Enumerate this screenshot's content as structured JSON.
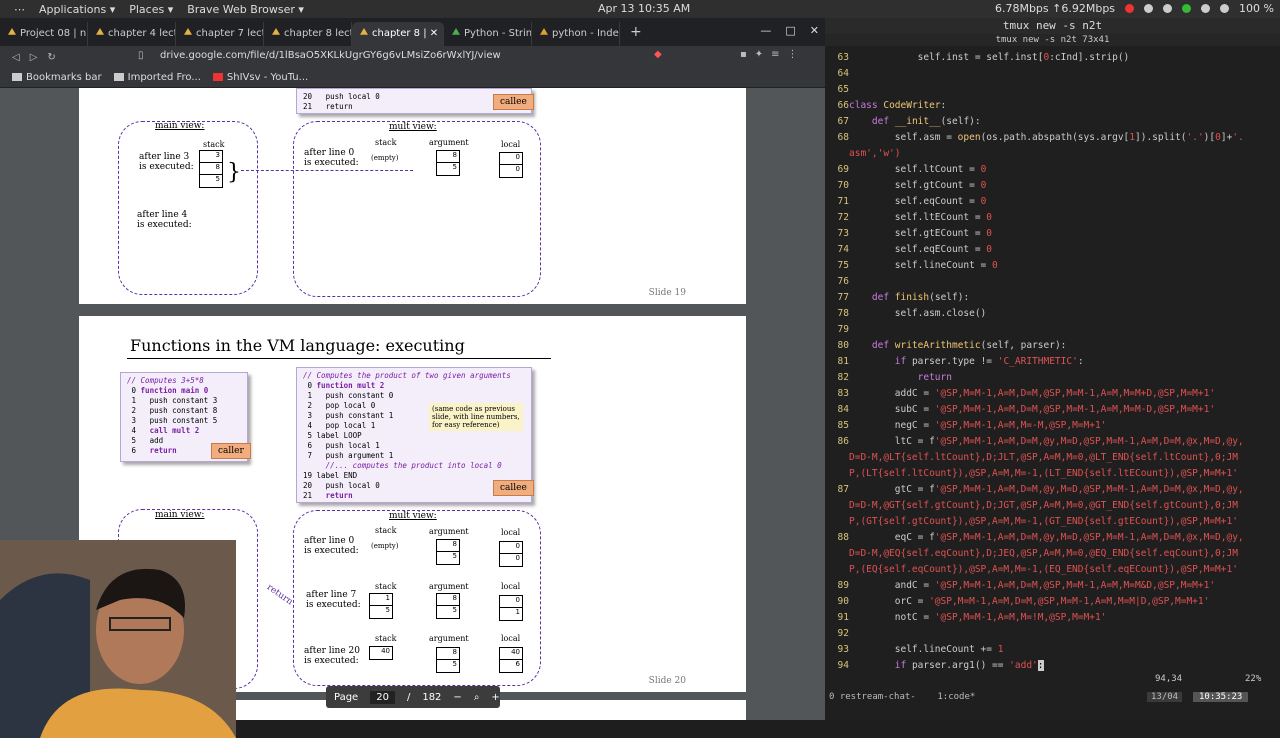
{
  "topbar": {
    "applications": "Applications ▾",
    "places": "Places ▾",
    "browser": "Brave Web Browser ▾",
    "clock": "Apr 13  10:35 AM",
    "net": "6.78Mbps ↑6.92Mbps",
    "battery": "100 %"
  },
  "tabs": [
    "Project 08 | n",
    "chapter 4 lect",
    "chapter 7 lect",
    "chapter 8 lect",
    "chapter 8 | ",
    "Python - Strin",
    "python - Inde"
  ],
  "url": "drive.google.com/file/d/1lBsaO5XKLkUgrGY6g6vLMsiZo6rWxlYJ/view",
  "bookmarks": [
    "Bookmarks bar",
    "Imported Fro...",
    "ShIVsv - YouTu..."
  ],
  "slide19": {
    "num": "Slide 19",
    "main_view": "main view:",
    "mult_view": "mult view:",
    "after3": "after line 3\nis executed:",
    "after4": "after line 4\nis executed:",
    "after0": "after line 0\nis executed:",
    "stack": "stack",
    "argument": "argument",
    "local": "local",
    "empty": "(empty)",
    "callee": "callee",
    "tail_code": "20   push local 0\n21   return"
  },
  "slide20": {
    "num": "Slide 20",
    "title": "Functions in the VM language: executing",
    "caller": "caller",
    "callee": "callee",
    "note": "(same code as previous\nslide, with line numbers,\nfor easy reference)",
    "return": "return",
    "after0": "after line 0\nis executed:",
    "after7": "after line 7\nis executed:",
    "after20": "after line 20\nis executed:",
    "main_view": "main view:",
    "mult_view": "mult view:"
  },
  "pagebar": {
    "label": "Page",
    "page": "20",
    "sep": "/",
    "total": "182"
  },
  "terminal": {
    "title": "tmux new -s n2t",
    "subtitle": "tmux new -s n2t 73x41",
    "pos": "94,34",
    "pct": "22%",
    "tmux_left": "0 restream-chat-    1:code*",
    "date": "13/04",
    "time": "10:35:23"
  }
}
